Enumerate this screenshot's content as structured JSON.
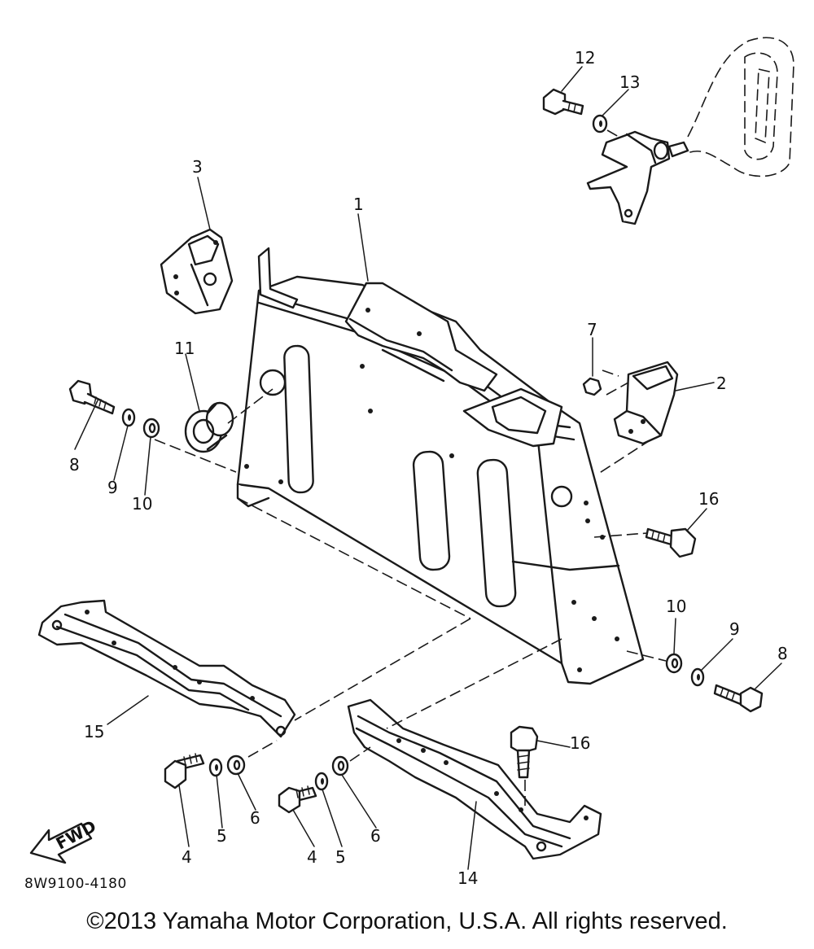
{
  "diagram": {
    "reference_code": "8W9100-4180",
    "copyright": "©2013 Yamaha Motor Corporation, U.S.A. All rights reserved.",
    "direction_arrow_label": "FWD",
    "callouts": {
      "c1": "1",
      "c2": "2",
      "c3": "3",
      "c4a": "4",
      "c4b": "4",
      "c5a": "5",
      "c5b": "5",
      "c6a": "6",
      "c6b": "6",
      "c7": "7",
      "c8a": "8",
      "c8b": "8",
      "c9a": "9",
      "c9b": "9",
      "c10a": "10",
      "c10b": "10",
      "c11": "11",
      "c12": "12",
      "c13": "13",
      "c14": "14",
      "c15": "15",
      "c16a": "16",
      "c16b": "16"
    }
  }
}
